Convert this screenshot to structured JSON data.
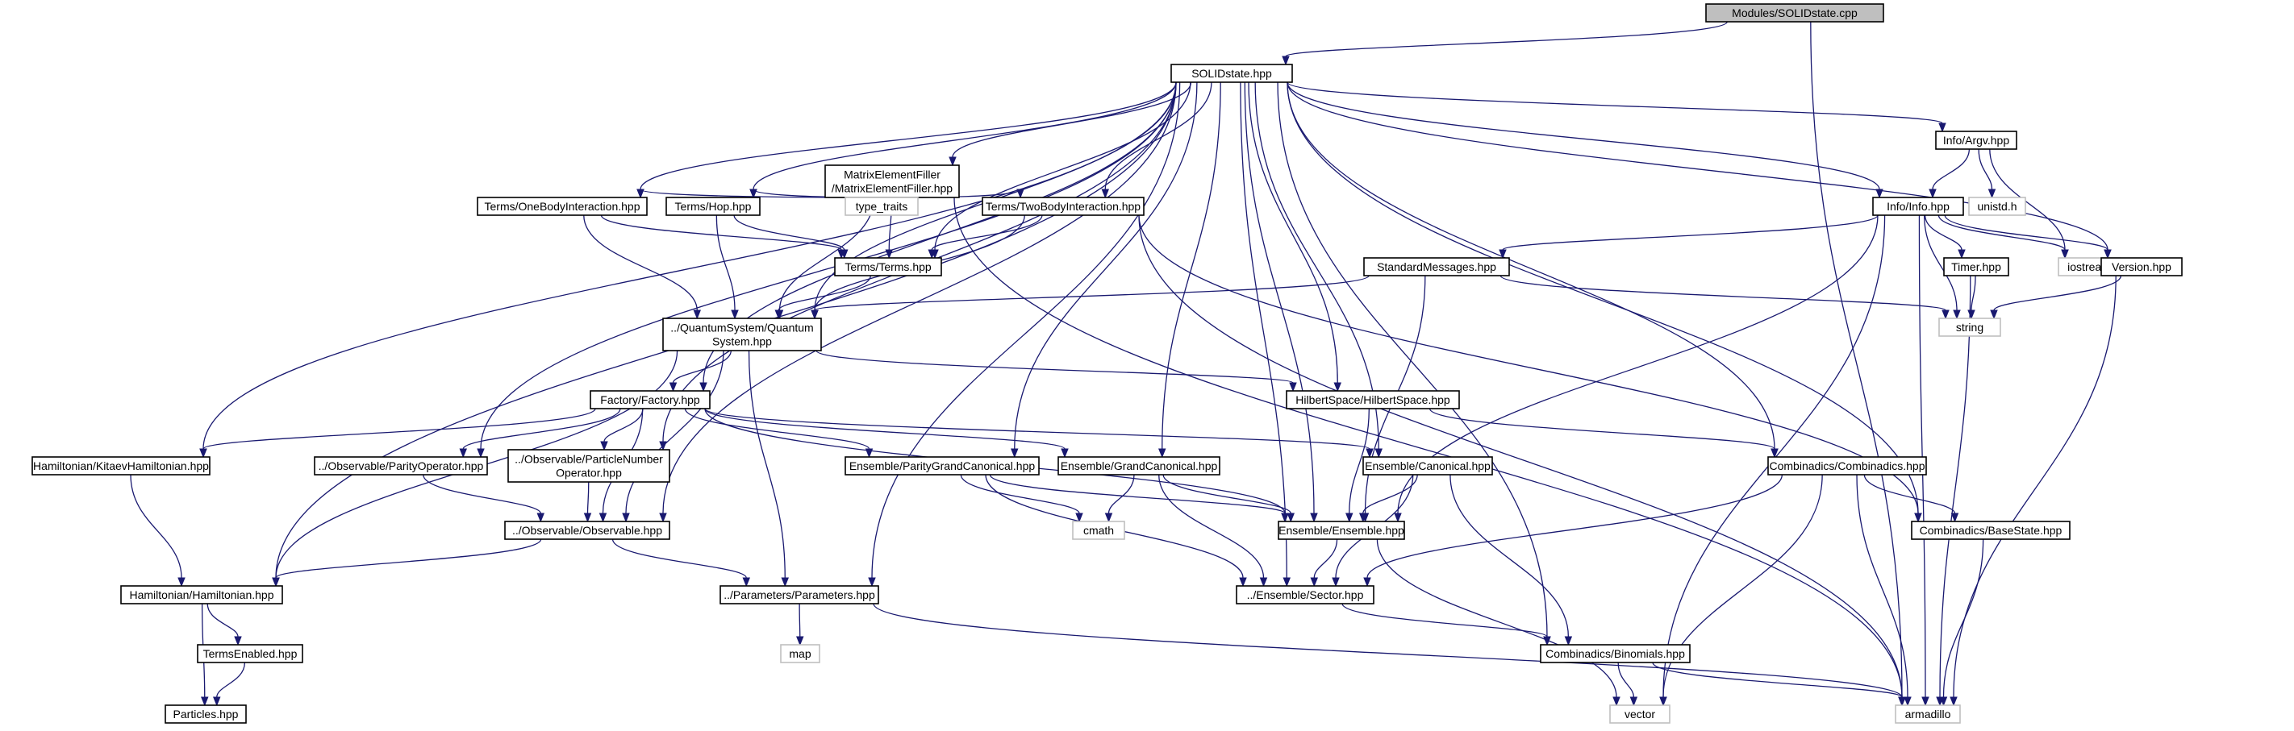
{
  "colors": {
    "edge": "#191970",
    "node_border": "#000000",
    "external_border": "#bfbfbf",
    "root_fill": "#bfbfbf",
    "node_fill": "#ffffff",
    "text": "#000000"
  },
  "nodes": [
    {
      "id": "root",
      "kind": "root",
      "lines": [
        "Modules/SOLIDstate.cpp"
      ]
    },
    {
      "id": "solid",
      "kind": "file",
      "lines": [
        "SOLIDstate.hpp"
      ]
    },
    {
      "id": "mef",
      "kind": "file",
      "lines": [
        "MatrixElementFiller",
        "/MatrixElementFiller.hpp"
      ]
    },
    {
      "id": "onebody",
      "kind": "file",
      "lines": [
        "Terms/OneBodyInteraction.hpp"
      ]
    },
    {
      "id": "hop",
      "kind": "file",
      "lines": [
        "Terms/Hop.hpp"
      ]
    },
    {
      "id": "typetraits",
      "kind": "external",
      "lines": [
        "type_traits"
      ]
    },
    {
      "id": "twobody",
      "kind": "file",
      "lines": [
        "Terms/TwoBodyInteraction.hpp"
      ]
    },
    {
      "id": "terms",
      "kind": "file",
      "lines": [
        "Terms/Terms.hpp"
      ]
    },
    {
      "id": "qs",
      "kind": "file",
      "lines": [
        "../QuantumSystem/Quantum",
        "System.hpp"
      ]
    },
    {
      "id": "argv",
      "kind": "file",
      "lines": [
        "Info/Argv.hpp"
      ]
    },
    {
      "id": "unistd",
      "kind": "external",
      "lines": [
        "unistd.h"
      ]
    },
    {
      "id": "info",
      "kind": "file",
      "lines": [
        "Info/Info.hpp"
      ]
    },
    {
      "id": "stdmsg",
      "kind": "file",
      "lines": [
        "StandardMessages.hpp"
      ]
    },
    {
      "id": "timer",
      "kind": "file",
      "lines": [
        "Timer.hpp"
      ]
    },
    {
      "id": "iostream",
      "kind": "external",
      "lines": [
        "iostream"
      ]
    },
    {
      "id": "version",
      "kind": "file",
      "lines": [
        "Version.hpp"
      ]
    },
    {
      "id": "string",
      "kind": "external",
      "lines": [
        "string"
      ]
    },
    {
      "id": "factory",
      "kind": "file",
      "lines": [
        "Factory/Factory.hpp"
      ]
    },
    {
      "id": "hilbert",
      "kind": "file",
      "lines": [
        "HilbertSpace/HilbertSpace.hpp"
      ]
    },
    {
      "id": "kitaev",
      "kind": "file",
      "lines": [
        "Hamiltonian/KitaevHamiltonian.hpp"
      ]
    },
    {
      "id": "parityop",
      "kind": "file",
      "lines": [
        "../Observable/ParityOperator.hpp"
      ]
    },
    {
      "id": "pnop",
      "kind": "file",
      "lines": [
        "../Observable/ParticleNumber",
        "Operator.hpp"
      ]
    },
    {
      "id": "pgc",
      "kind": "file",
      "lines": [
        "Ensemble/ParityGrandCanonical.hpp"
      ]
    },
    {
      "id": "gc",
      "kind": "file",
      "lines": [
        "Ensemble/GrandCanonical.hpp"
      ]
    },
    {
      "id": "canonical",
      "kind": "file",
      "lines": [
        "Ensemble/Canonical.hpp"
      ]
    },
    {
      "id": "combinadics",
      "kind": "file",
      "lines": [
        "Combinadics/Combinadics.hpp"
      ]
    },
    {
      "id": "cmath",
      "kind": "external",
      "lines": [
        "cmath"
      ]
    },
    {
      "id": "ensemble",
      "kind": "file",
      "lines": [
        "Ensemble/Ensemble.hpp"
      ]
    },
    {
      "id": "basestate",
      "kind": "file",
      "lines": [
        "Combinadics/BaseState.hpp"
      ]
    },
    {
      "id": "observable",
      "kind": "file",
      "lines": [
        "../Observable/Observable.hpp"
      ]
    },
    {
      "id": "hamiltonian",
      "kind": "file",
      "lines": [
        "Hamiltonian/Hamiltonian.hpp"
      ]
    },
    {
      "id": "params",
      "kind": "file",
      "lines": [
        "../Parameters/Parameters.hpp"
      ]
    },
    {
      "id": "sector",
      "kind": "file",
      "lines": [
        "../Ensemble/Sector.hpp"
      ]
    },
    {
      "id": "termsenabled",
      "kind": "file",
      "lines": [
        "TermsEnabled.hpp"
      ]
    },
    {
      "id": "map",
      "kind": "external",
      "lines": [
        "map"
      ]
    },
    {
      "id": "binomials",
      "kind": "file",
      "lines": [
        "Combinadics/Binomials.hpp"
      ]
    },
    {
      "id": "particles",
      "kind": "file",
      "lines": [
        "Particles.hpp"
      ]
    },
    {
      "id": "vector",
      "kind": "external",
      "lines": [
        "vector"
      ]
    },
    {
      "id": "armadillo",
      "kind": "external",
      "lines": [
        "armadillo"
      ]
    }
  ],
  "edges": [
    [
      "root",
      "solid"
    ],
    [
      "root",
      "armadillo"
    ],
    [
      "solid",
      "mef"
    ],
    [
      "solid",
      "onebody"
    ],
    [
      "solid",
      "hop"
    ],
    [
      "solid",
      "twobody"
    ],
    [
      "solid",
      "terms"
    ],
    [
      "solid",
      "qs"
    ],
    [
      "solid",
      "argv"
    ],
    [
      "solid",
      "info"
    ],
    [
      "solid",
      "version"
    ],
    [
      "solid",
      "factory"
    ],
    [
      "solid",
      "hilbert"
    ],
    [
      "solid",
      "kitaev"
    ],
    [
      "solid",
      "parityop"
    ],
    [
      "solid",
      "pnop"
    ],
    [
      "solid",
      "pgc"
    ],
    [
      "solid",
      "gc"
    ],
    [
      "solid",
      "canonical"
    ],
    [
      "solid",
      "combinadics"
    ],
    [
      "solid",
      "ensemble"
    ],
    [
      "solid",
      "basestate"
    ],
    [
      "solid",
      "observable"
    ],
    [
      "solid",
      "hamiltonian"
    ],
    [
      "solid",
      "params"
    ],
    [
      "solid",
      "sector"
    ],
    [
      "solid",
      "binomials"
    ],
    [
      "mef",
      "onebody"
    ],
    [
      "mef",
      "hop"
    ],
    [
      "mef",
      "typetraits"
    ],
    [
      "mef",
      "twobody"
    ],
    [
      "mef",
      "terms"
    ],
    [
      "mef",
      "qs"
    ],
    [
      "mef",
      "armadillo"
    ],
    [
      "onebody",
      "terms"
    ],
    [
      "onebody",
      "qs"
    ],
    [
      "hop",
      "terms"
    ],
    [
      "hop",
      "qs"
    ],
    [
      "twobody",
      "terms"
    ],
    [
      "twobody",
      "qs"
    ],
    [
      "twobody",
      "basestate"
    ],
    [
      "twobody",
      "armadillo"
    ],
    [
      "terms",
      "qs"
    ],
    [
      "argv",
      "unistd"
    ],
    [
      "argv",
      "info"
    ],
    [
      "argv",
      "iostream"
    ],
    [
      "info",
      "stdmsg"
    ],
    [
      "info",
      "timer"
    ],
    [
      "info",
      "iostream"
    ],
    [
      "info",
      "version"
    ],
    [
      "info",
      "string"
    ],
    [
      "info",
      "ensemble"
    ],
    [
      "info",
      "vector"
    ],
    [
      "info",
      "armadillo"
    ],
    [
      "stdmsg",
      "qs"
    ],
    [
      "stdmsg",
      "string"
    ],
    [
      "stdmsg",
      "ensemble"
    ],
    [
      "timer",
      "string"
    ],
    [
      "timer",
      "armadillo"
    ],
    [
      "version",
      "string"
    ],
    [
      "version",
      "armadillo"
    ],
    [
      "qs",
      "factory"
    ],
    [
      "qs",
      "hilbert"
    ],
    [
      "qs",
      "observable"
    ],
    [
      "qs",
      "hamiltonian"
    ],
    [
      "qs",
      "params"
    ],
    [
      "factory",
      "kitaev"
    ],
    [
      "factory",
      "parityop"
    ],
    [
      "factory",
      "pnop"
    ],
    [
      "factory",
      "pgc"
    ],
    [
      "factory",
      "gc"
    ],
    [
      "factory",
      "canonical"
    ],
    [
      "factory",
      "ensemble"
    ],
    [
      "factory",
      "observable"
    ],
    [
      "hilbert",
      "ensemble"
    ],
    [
      "hilbert",
      "combinadics"
    ],
    [
      "kitaev",
      "hamiltonian"
    ],
    [
      "parityop",
      "observable"
    ],
    [
      "pnop",
      "observable"
    ],
    [
      "pgc",
      "cmath"
    ],
    [
      "pgc",
      "ensemble"
    ],
    [
      "pgc",
      "sector"
    ],
    [
      "gc",
      "cmath"
    ],
    [
      "gc",
      "ensemble"
    ],
    [
      "gc",
      "sector"
    ],
    [
      "canonical",
      "ensemble"
    ],
    [
      "canonical",
      "sector"
    ],
    [
      "canonical",
      "binomials"
    ],
    [
      "combinadics",
      "sector"
    ],
    [
      "combinadics",
      "basestate"
    ],
    [
      "combinadics",
      "vector"
    ],
    [
      "combinadics",
      "armadillo"
    ],
    [
      "ensemble",
      "sector"
    ],
    [
      "ensemble",
      "vector"
    ],
    [
      "basestate",
      "armadillo"
    ],
    [
      "observable",
      "hamiltonian"
    ],
    [
      "observable",
      "params"
    ],
    [
      "hamiltonian",
      "termsenabled"
    ],
    [
      "hamiltonian",
      "particles"
    ],
    [
      "params",
      "map"
    ],
    [
      "params",
      "armadillo"
    ],
    [
      "sector",
      "binomials"
    ],
    [
      "termsenabled",
      "particles"
    ],
    [
      "binomials",
      "vector"
    ],
    [
      "binomials",
      "armadillo"
    ]
  ]
}
